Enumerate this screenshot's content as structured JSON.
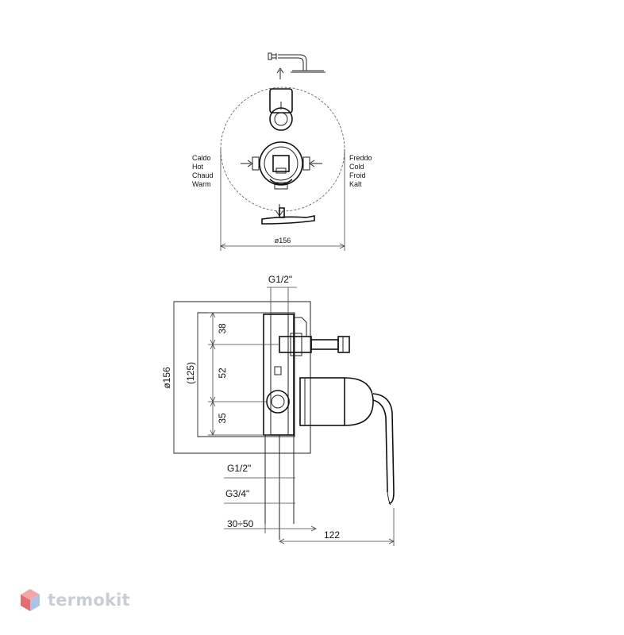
{
  "front_view": {
    "left_labels": [
      "Caldo",
      "Hot",
      "Chaud",
      "Warm"
    ],
    "right_labels": [
      "Freddo",
      "Cold",
      "Froid",
      "Kalt"
    ],
    "diameter_label": "ø156"
  },
  "side_view": {
    "top_thread": "G1/2\"",
    "outer_dim": "ø156",
    "inner_dim": "(125)",
    "dim_38": "38",
    "dim_52": "52",
    "dim_35": "35",
    "thread_bottom_1": "G1/2\"",
    "thread_bottom_2": "G3/4\"",
    "depth_range": "30÷50",
    "projection": "122"
  },
  "watermark": {
    "brand": "termokit"
  }
}
